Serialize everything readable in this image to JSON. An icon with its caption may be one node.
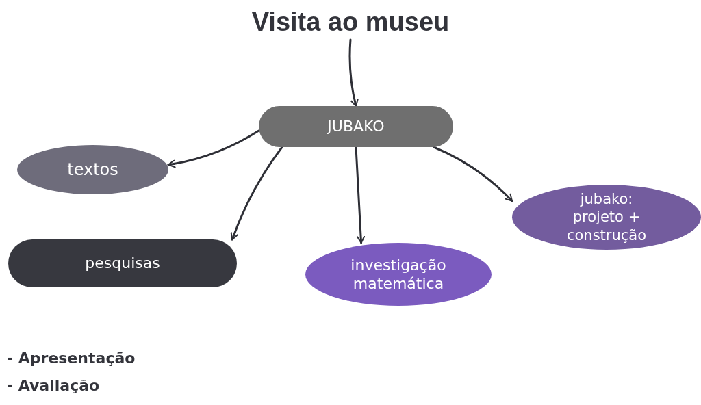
{
  "diagram": {
    "nodes": [
      {
        "text": [
          "Visita ao museu"
        ]
      },
      {
        "text": [
          "JUBAKO"
        ]
      },
      {
        "text": [
          "textos"
        ]
      },
      {
        "text": [
          "pesquisas"
        ]
      },
      {
        "text": [
          "investigação matemática"
        ]
      },
      {
        "text": [
          "jubako: projeto + construção"
        ]
      }
    ],
    "edges": [
      {
        "from": 0,
        "to": 1,
        "arrow": "to"
      },
      {
        "from": 1,
        "to": 2,
        "arrow": "to"
      },
      {
        "from": 1,
        "to": 3,
        "arrow": "to"
      },
      {
        "from": 1,
        "to": 4,
        "arrow": "to"
      },
      {
        "from": 1,
        "to": 5,
        "arrow": "to"
      }
    ],
    "labels": [
      "- Apresentação",
      "- Avaliação"
    ]
  }
}
